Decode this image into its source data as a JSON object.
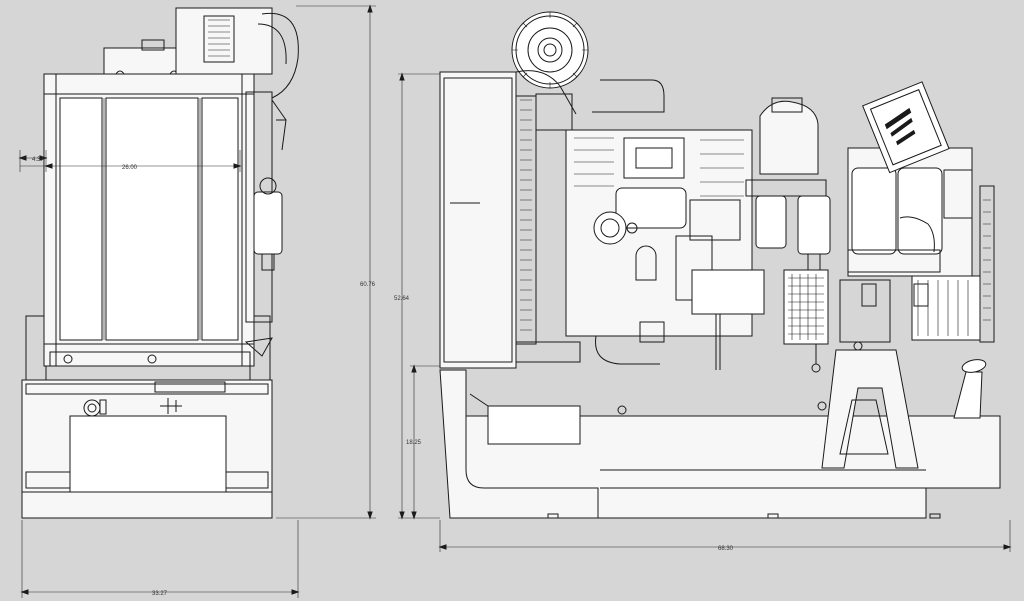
{
  "dimensions": {
    "side_offset": "4.37",
    "radiator_width": "26.00",
    "side_total_height": "60.76",
    "side_total_width": "33.27",
    "front_height": "52.64",
    "base_height": "18.25",
    "front_total_length": "68.30"
  }
}
